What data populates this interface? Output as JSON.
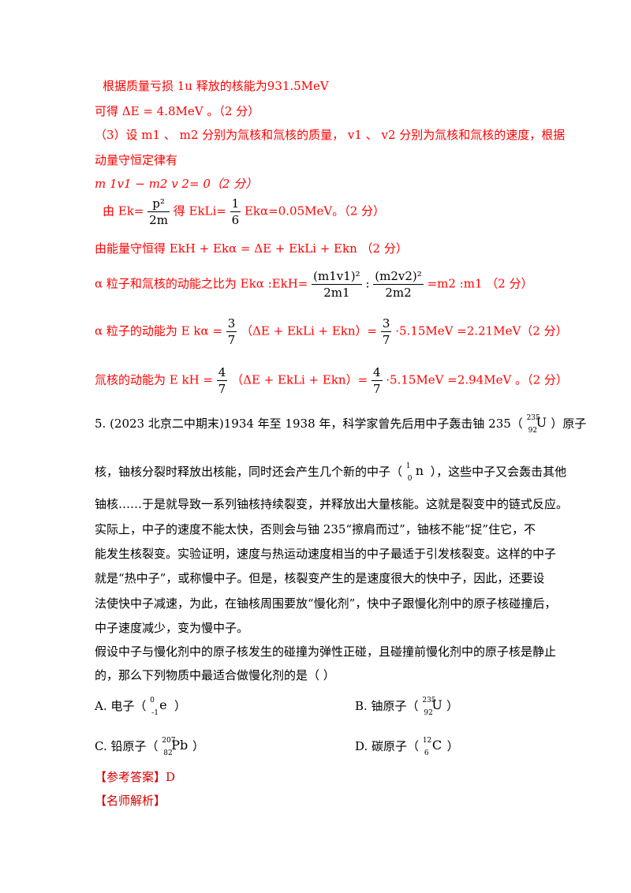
{
  "red_block": {
    "l1": "根据质量亏损 1u 释放的核能为931.5MeV",
    "l2": "可得 ΔE = 4.8MeV 。（2 分）",
    "l3": "（3）设 m1 、 m2 分别为氚核和氚核的质量， v1 、 v2 分别为氚核和氚核的速度，根据",
    "l4": "动量守恒定律有",
    "l5": "m 1v1 − m2 v 2= 0（2 分）",
    "l6_a": "由 Ek=",
    "l6_num": "p²",
    "l6_den": "2m",
    "l6_b": "得 EkLi=",
    "l6_fnum": "1",
    "l6_fden": "6",
    "l6_c": "Ekα=0.05MeV。（2 分）",
    "l7": "由能量守恒得 EkH + Ekα = ΔE + EkLi + Ekn （2 分）",
    "l8_a": "α 粒子和氚核的动能之比为 Ekα :EkH=",
    "l8_n1": "(m1v1)²",
    "l8_d1": "2m1",
    "l8_colon": ":",
    "l8_n2": "(m2v2)²",
    "l8_d2": "2m2",
    "l8_b": "=m2 :m1 （2 分）",
    "l9_a": "α 粒子的动能为 E kα =",
    "l9_fn": "3",
    "l9_fd": "7",
    "l9_b": "（ΔE + EkLi + Ekn）=",
    "l9_fn2": "3",
    "l9_fd2": "7",
    "l9_c": "·5.15MeV =2.21MeV（2 分）",
    "l10_a": "氚核的动能为 E kH =",
    "l10_fn": "4",
    "l10_fd": "7",
    "l10_b": "（ΔE + EkLi + Ekn）=",
    "l10_fn2": "4",
    "l10_fd2": "7",
    "l10_c": "·5.15MeV =2.94MeV 。（2 分）"
  },
  "question": {
    "q1_a": "5. (2023 北京二中期末)1934 年至 1938 年，科学家曾先后用中子轰击铀 235（",
    "q1_b": "）原子",
    "q2_a": "核，铀核分裂时释放出核能，同时还会产生几个新的中子（",
    "q2_b": "），这些中子又会轰击其他",
    "q3": "铀核……于是就导致一系列铀核持续裂变，并释放出大量核能。这就是裂变中的链式反应。",
    "q4": "实际上，中子的速度不能太快，否则会与铀 235“擦肩而过”，铀核不能“捉”住它，不",
    "q5": "能发生核裂变。实验证明，速度与热运动速度相当的中子最适于引发核裂变。这样的中子",
    "q6": "就是“热中子”，或称慢中子。但是，核裂变产生的是速度很大的快中子，因此，还要设",
    "q7": "法使快中子减速，为此，在铀核周围要放“慢化剂”，快中子跟慢化剂中的原子核碰撞后，",
    "q8": "中子速度减少，变为慢中子。",
    "q9": "假设中子与慢化剂中的原子核发生的碰撞为弹性正碰，且碰撞前慢化剂中的原子核是静止",
    "q10": "的，那么下列物质中最适合做慢化剂的是（ ）"
  },
  "isotopes": {
    "u235": {
      "mass": "235",
      "z": "92",
      "sym": "U"
    },
    "n": {
      "mass": "1",
      "z": "0",
      "sym": "n"
    },
    "e": {
      "mass": "0",
      "z": "-1",
      "sym": "e"
    },
    "pb": {
      "mass": "207",
      "z": "82",
      "sym": "Pb"
    },
    "c": {
      "mass": "12",
      "z": "6",
      "sym": "C"
    }
  },
  "options": {
    "A": "A. 电子（",
    "B": "B. 铀原子（",
    "C": "C. 铅原子（",
    "D": "D. 碳原子（",
    "close": "）"
  },
  "answer": {
    "label": "【参考答案】D",
    "explain": "【名师解析】"
  }
}
